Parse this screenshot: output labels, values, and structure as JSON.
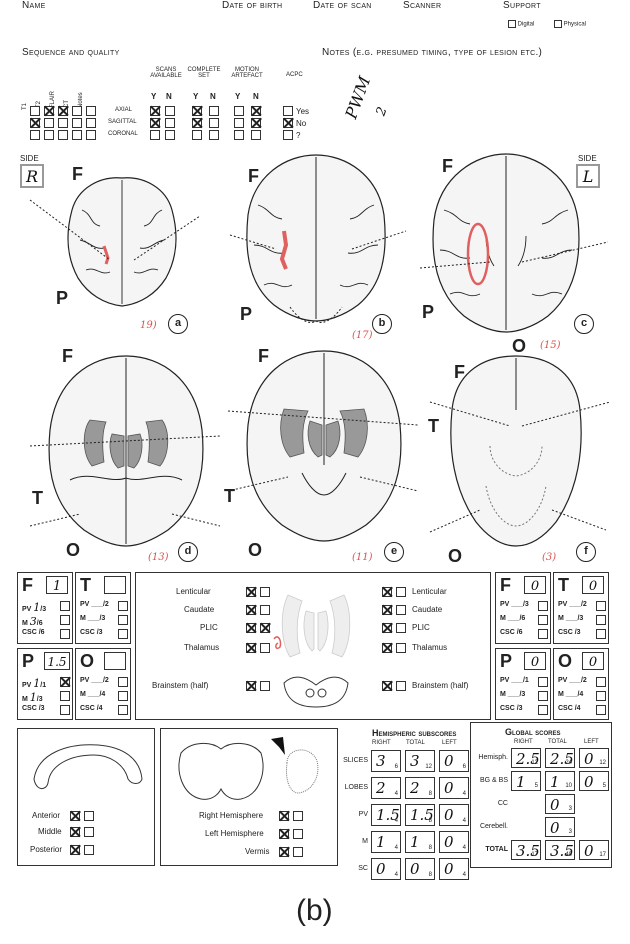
{
  "header": {
    "name_label": "Name",
    "dob_label": "Date of birth",
    "scan_date_label": "Date of scan",
    "scanner_label": "Scanner",
    "support_label": "Support",
    "support_digital": "Digital",
    "support_physical": "Physical"
  },
  "sequence": {
    "title": "Sequence and quality",
    "columns": [
      "T1",
      "T2",
      "FLAIR",
      "CT",
      "Notes"
    ],
    "scans_available": "SCANS AVAILABLE",
    "complete_set": "COMPLETE SET",
    "motion_artefact": "MOTION ARTEFACT",
    "acpc": "ACPC",
    "yes_no": [
      "Y",
      "N"
    ],
    "planes": [
      "AXIAL",
      "SAGITTAL",
      "CORONAL"
    ],
    "acpc_options": [
      "Yes",
      "No",
      "?"
    ]
  },
  "notes": {
    "title": "Notes (e.g. presumed timing, type of lesion etc.)",
    "handwritten": "PWM",
    "handwritten_sub": "2"
  },
  "sides": {
    "label": "SIDE",
    "right_value": "R",
    "left_value": "L"
  },
  "slices": [
    {
      "letter": "a",
      "count": "19)",
      "labels": [
        "F",
        "P"
      ]
    },
    {
      "letter": "b",
      "count": "(17)",
      "labels": [
        "F",
        "P"
      ]
    },
    {
      "letter": "c",
      "count": "(15)",
      "labels": [
        "F",
        "P",
        "O"
      ]
    },
    {
      "letter": "d",
      "count": "(13)",
      "labels": [
        "F",
        "T",
        "O"
      ]
    },
    {
      "letter": "e",
      "count": "(11)",
      "labels": [
        "F",
        "T",
        "O"
      ]
    },
    {
      "letter": "f",
      "count": "(3)",
      "labels": [
        "F",
        "T",
        "O"
      ]
    }
  ],
  "lobe_scores_right": {
    "F": {
      "letter": "F",
      "value": "1",
      "pv": "PV",
      "pv_val": "1",
      "pv_max": "/3",
      "m": "M",
      "m_val": "3",
      "m_max": "/6",
      "csc": "CSC",
      "csc_max": "/6"
    },
    "T": {
      "letter": "T",
      "value": "",
      "pv": "PV",
      "pv_max": "/2",
      "m": "M",
      "m_max": "/3",
      "csc": "CSC",
      "csc_max": "/3"
    },
    "P": {
      "letter": "P",
      "value": "1.5",
      "pv": "PV",
      "pv_val": "1",
      "pv_max": "/1",
      "m": "M",
      "m_val": "1",
      "m_max": "/3",
      "csc": "CSC",
      "csc_max": "/3"
    },
    "O": {
      "letter": "O",
      "value": "",
      "pv": "PV",
      "pv_max": "/2",
      "m": "M",
      "m_max": "/4",
      "csc": "CSC",
      "csc_max": "/4"
    }
  },
  "lobe_scores_left": {
    "F": {
      "letter": "F",
      "value": "0",
      "pv": "PV",
      "pv_max": "/3",
      "m": "M",
      "m_max": "/6",
      "csc": "CSC",
      "csc_max": "/6"
    },
    "T": {
      "letter": "T",
      "value": "0",
      "pv": "PV",
      "pv_max": "/2",
      "m": "M",
      "m_max": "/3",
      "csc": "CSC",
      "csc_max": "/3"
    },
    "P": {
      "letter": "P",
      "value": "0",
      "pv": "PV",
      "pv_max": "/1",
      "m": "M",
      "m_max": "/3",
      "csc": "CSC",
      "csc_max": "/3"
    },
    "O": {
      "letter": "O",
      "value": "0",
      "pv": "PV",
      "pv_max": "/2",
      "m": "M",
      "m_max": "/4",
      "csc": "CSC",
      "csc_max": "/4"
    }
  },
  "bgt": {
    "items": [
      "Lenticular",
      "Caudate",
      "PLIC",
      "Thalamus"
    ],
    "brainstem": "Brainstem (half)"
  },
  "cc": {
    "items": [
      "Anterior",
      "Middle",
      "Posterior"
    ]
  },
  "cerebellum": {
    "items": [
      "Right Hemisphere",
      "Left Hemisphere",
      "Vermis"
    ]
  },
  "hemispheric": {
    "title": "Hemispheric subscores",
    "cols": [
      "RIGHT",
      "TOTAL",
      "LEFT"
    ],
    "rows": [
      {
        "label": "SLICES",
        "right": "3",
        "right_max": "6",
        "total": "3",
        "total_max": "12",
        "left": "0",
        "left_max": "6"
      },
      {
        "label": "LOBES",
        "right": "2",
        "right_max": "4",
        "total": "2",
        "total_max": "8",
        "left": "0",
        "left_max": "4"
      },
      {
        "label": "PV",
        "right": "1.5",
        "right_max": "4",
        "total": "1.5",
        "total_max": "8",
        "left": "0",
        "left_max": "4"
      },
      {
        "label": "M",
        "right": "1",
        "right_max": "4",
        "total": "1",
        "total_max": "8",
        "left": "0",
        "left_max": "4"
      },
      {
        "label": "SC",
        "right": "0",
        "right_max": "4",
        "total": "0",
        "total_max": "8",
        "left": "0",
        "left_max": "4"
      }
    ]
  },
  "global": {
    "title": "Global scores",
    "cols": [
      "RIGHT",
      "TOTAL",
      "LEFT"
    ],
    "rows": [
      {
        "label": "Hemisph.",
        "right": "2.5",
        "right_max": "12",
        "total": "2.5",
        "total_max": "24",
        "left": "0",
        "left_max": "12"
      },
      {
        "label": "BG & BS",
        "right": "1",
        "right_max": "5",
        "total": "1",
        "total_max": "10",
        "left": "0",
        "left_max": "5"
      },
      {
        "label": "CC",
        "total": "0",
        "total_max": "3"
      },
      {
        "label": "Cerebell.",
        "total": "0",
        "total_max": "3"
      },
      {
        "label": "TOTAL",
        "right": "3.5",
        "right_max": "17",
        "total": "3.5",
        "total_max": "40",
        "left": "0",
        "left_max": "17"
      }
    ]
  },
  "caption": "(b)"
}
